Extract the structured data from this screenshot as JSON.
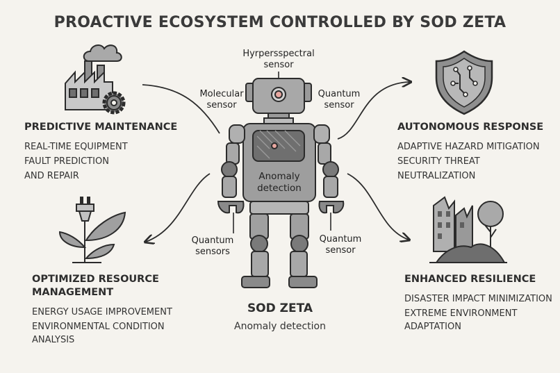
{
  "title": "PROACTIVE ECOSYSTEM CONTROLLED BY SOD ZETA",
  "robot": {
    "name": "SOD ZETA",
    "subtitle": "Anomaly detection",
    "chest_label": "Anomaly detection"
  },
  "sensors": {
    "top": "Hyrpersspectral sensor",
    "left_head": "Molecular sensor",
    "right_head": "Quantum sensor",
    "left_leg": "Quantum sensors",
    "right_leg": "Quantum sensor"
  },
  "panels": {
    "predictive": {
      "heading": "PREDICTIVE MAINTENANCE",
      "items": [
        "REAL-TIME EQUIPMENT",
        "FAULT PREDICTION",
        "AND REPAIR"
      ],
      "icon": "factory-gear-icon"
    },
    "autonomous": {
      "heading": "AUTONOMOUS RESPONSE",
      "items": [
        "ADAPTIVE HAZARD MITIGATION",
        "SECURITY THREAT NEUTRALIZATION"
      ],
      "icon": "shield-circuit-icon"
    },
    "resource": {
      "heading": "OPTIMIZED RESOURCE MANAGEMENT",
      "items": [
        "ENERGY USAGE IMPROVEMENT",
        "ENVIRONMENTAL CONDITION",
        "ANALYSIS"
      ],
      "icon": "plug-plant-icon"
    },
    "resilience": {
      "heading": "ENHANCED RESILIENCE",
      "items": [
        "DISASTER IMPACT MINIMIZATION",
        "EXTREME ENVIRONMENT",
        "ADAPTATION"
      ],
      "icon": "ruined-building-tree-icon"
    }
  },
  "colors": {
    "background": "#f5f3ee",
    "ink": "#2b2b2b",
    "robot_fill": "#9a9a9a",
    "robot_light": "#c2c2c2",
    "accent": "#e8a7a0"
  }
}
